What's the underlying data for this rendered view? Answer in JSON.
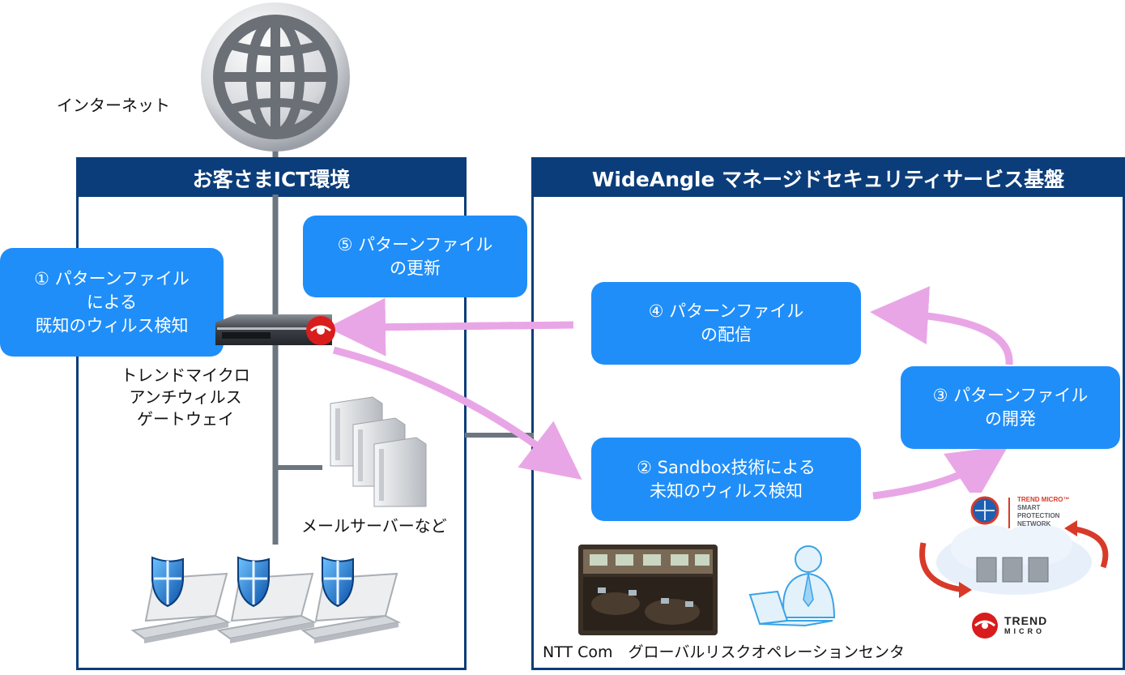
{
  "internet": {
    "label": "インターネット",
    "icon": "globe-icon"
  },
  "customer_panel": {
    "title": "お客さまICT環境",
    "gateway_label_lines": [
      "トレンドマイクロ",
      "アンチウィルス",
      "ゲートウェイ"
    ],
    "mail_server_label": "メールサーバーなど"
  },
  "service_panel": {
    "title": "WideAngle マネージドセキュリティサービス基盤",
    "soc_label": "NTT Com　グローバルリスクオペレーションセンタ"
  },
  "steps": [
    {
      "lines": [
        "① パターンファイル",
        "による",
        "既知のウィルス検知"
      ]
    },
    {
      "lines": [
        "② Sandbox技術による",
        "未知のウィルス検知"
      ]
    },
    {
      "lines": [
        "③ パターンファイル",
        "の開発"
      ]
    },
    {
      "lines": [
        "④ パターンファイル",
        "の配信"
      ]
    },
    {
      "lines": [
        "⑤ パターンファイル",
        "の更新"
      ]
    }
  ],
  "spn_logo_lines": [
    "TREND MICRO™",
    "SMART",
    "PROTECTION",
    "NETWORK"
  ],
  "trend_logo_lines": [
    "TREND",
    "MICRO"
  ],
  "colors": {
    "panel_navy": "#0b3d7a",
    "bubble_blue": "#1f8ef9",
    "arrow_pink": "#e9a6e6",
    "connector_gray": "#6c7680"
  }
}
